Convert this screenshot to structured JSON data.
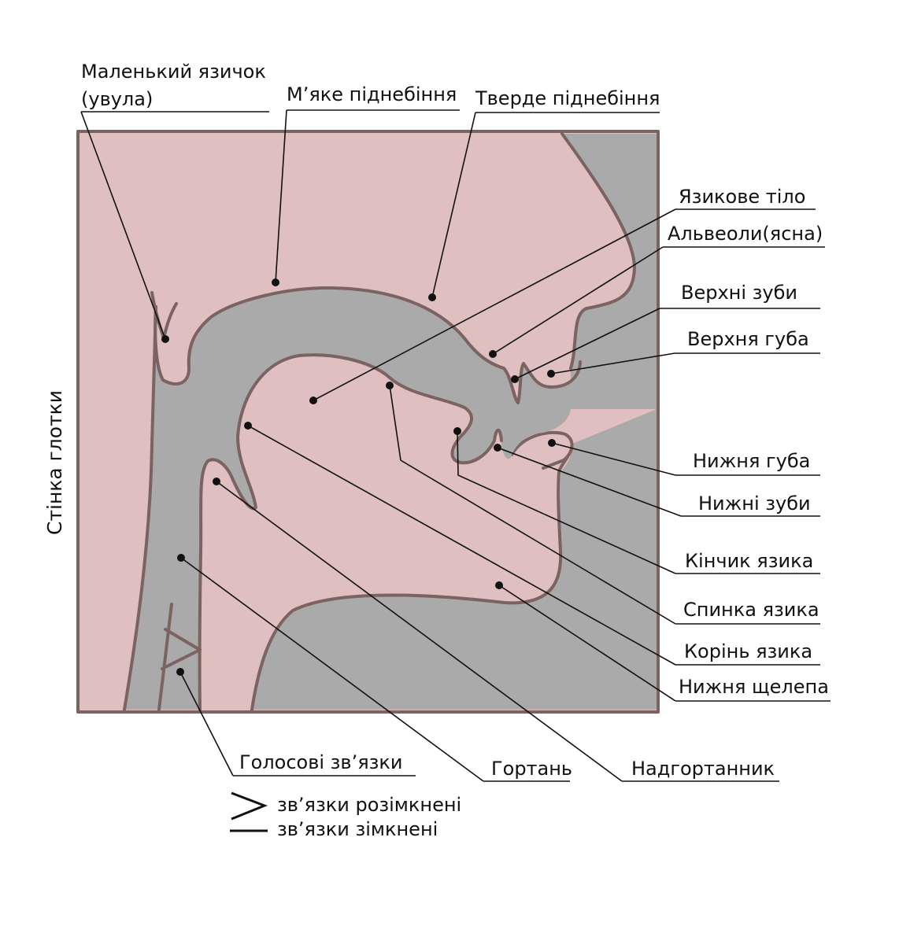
{
  "colors": {
    "tissue": "#dfbfbf",
    "cavity": "#aaaaaa",
    "outline": "#7b6361",
    "ink": "#111111"
  },
  "labels": {
    "uvula_line1": "Маленький язичок",
    "uvula_line2": "(увула)",
    "soft_palate": "М’яке піднебіння",
    "hard_palate": "Тверде піднебіння",
    "tongue_body": "Язикове тіло",
    "alveoli": "Альвеоли(ясна)",
    "upper_teeth": "Верхні зуби",
    "upper_lip": "Верхня губа",
    "lower_lip": "Нижня губа",
    "lower_teeth": "Нижні зуби",
    "tongue_tip": "Кінчик язика",
    "tongue_back": "Спинка язика",
    "tongue_root": "Корінь язика",
    "lower_jaw": "Нижня щелепа",
    "vocal_cords": "Голосові зв’язки",
    "larynx": "Гортань",
    "epiglottis": "Надгортанник",
    "pharynx_wall": "Стінка глотки"
  },
  "legend": {
    "open": "зв’язки розімкнені",
    "closed": "зв’язки зімкнені"
  }
}
